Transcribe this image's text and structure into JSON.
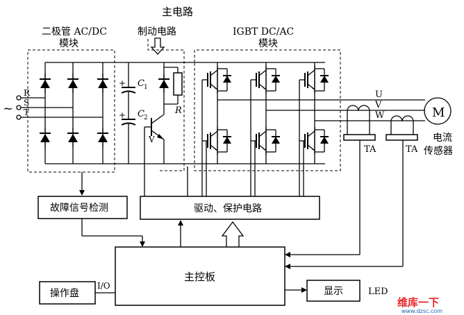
{
  "labels": {
    "main_circuit": "主电路",
    "diode_module_line1": "二极管 AC/DC",
    "diode_module_line2": "模块",
    "brake_circuit": "制动电路",
    "igbt_module_line1": "IGBT DC/AC",
    "igbt_module_line2": "模块",
    "phase_r": "R",
    "phase_s": "S",
    "phase_t": "T",
    "ac_symbol": "~",
    "cap_c1": "C",
    "cap_c1_sub": "1",
    "cap_c2": "C",
    "cap_c2_sub": "2",
    "resistor_r": "R",
    "transistor_v": "V",
    "out_u": "U",
    "out_v": "V",
    "out_w": "W",
    "motor": "M",
    "ta_1": "TA",
    "ta_2": "TA",
    "current_sensor_line1": "电流",
    "current_sensor_line2": "传感器",
    "fault_detect": "故障信号检测",
    "drive_protect": "驱动、保护电路",
    "main_control": "主控板",
    "operation_panel": "操作盘",
    "io": "I/O",
    "display": "显示",
    "led": "LED",
    "plus_1": "+",
    "plus_2": "+"
  },
  "watermark": {
    "brand": "维库一下",
    "site": "www.dzsc.com",
    "brand_color": "#e8262a",
    "site_color": "#1a5fb4"
  }
}
